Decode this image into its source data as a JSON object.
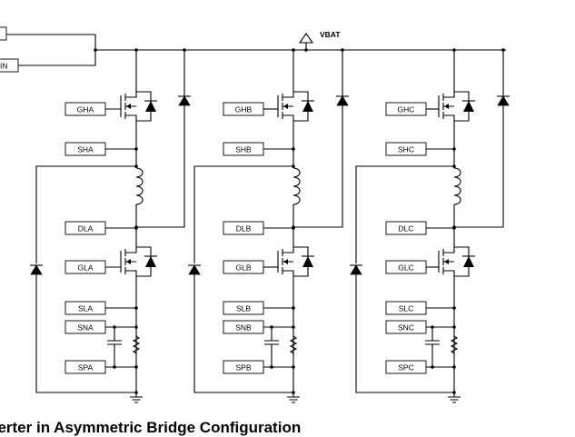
{
  "caption": "verter in Asymmetric Bridge Configuration",
  "supply_label": "VBAT",
  "input_labels": [
    "",
    "IN"
  ],
  "phases": [
    {
      "high_gate": "GHA",
      "high_source": "SHA",
      "drain_low": "DLA",
      "low_gate": "GLA",
      "low_source": "SLA",
      "sense_n": "SNA",
      "sense_p": "SPA"
    },
    {
      "high_gate": "GHB",
      "high_source": "SHB",
      "drain_low": "DLB",
      "low_gate": "GLB",
      "low_source": "SLB",
      "sense_n": "SNB",
      "sense_p": "SPB"
    },
    {
      "high_gate": "GHC",
      "high_source": "SHC",
      "drain_low": "DLC",
      "low_gate": "GLC",
      "low_source": "SLC",
      "sense_n": "SNC",
      "sense_p": "SPC"
    }
  ]
}
